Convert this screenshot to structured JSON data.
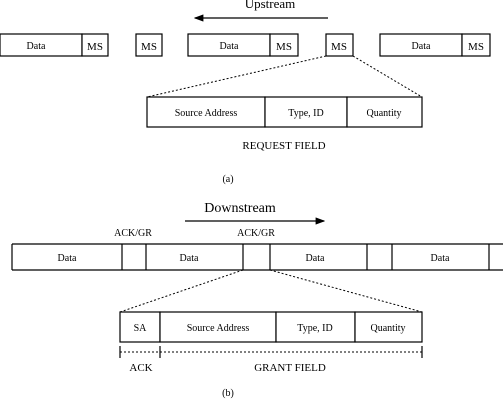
{
  "part_a": {
    "direction": "Upstream",
    "cells": [
      "Data",
      "MS",
      "MS",
      "Data",
      "MS",
      "MS",
      "Data",
      "MS"
    ],
    "request_field": [
      "Source Address",
      "Type, ID",
      "Quantity"
    ],
    "request_label": "REQUEST FIELD",
    "caption": "(a)"
  },
  "part_b": {
    "direction": "Downstream",
    "ack_gr_1": "ACK/GR",
    "ack_gr_2": "ACK/GR",
    "frame_cells": [
      "Data",
      "Data",
      "Data",
      "Data"
    ],
    "grant_field": [
      "SA",
      "Source Address",
      "Type, ID",
      "Quantity"
    ],
    "ack_label": "ACK",
    "grant_label": "GRANT FIELD",
    "caption": "(b)"
  }
}
